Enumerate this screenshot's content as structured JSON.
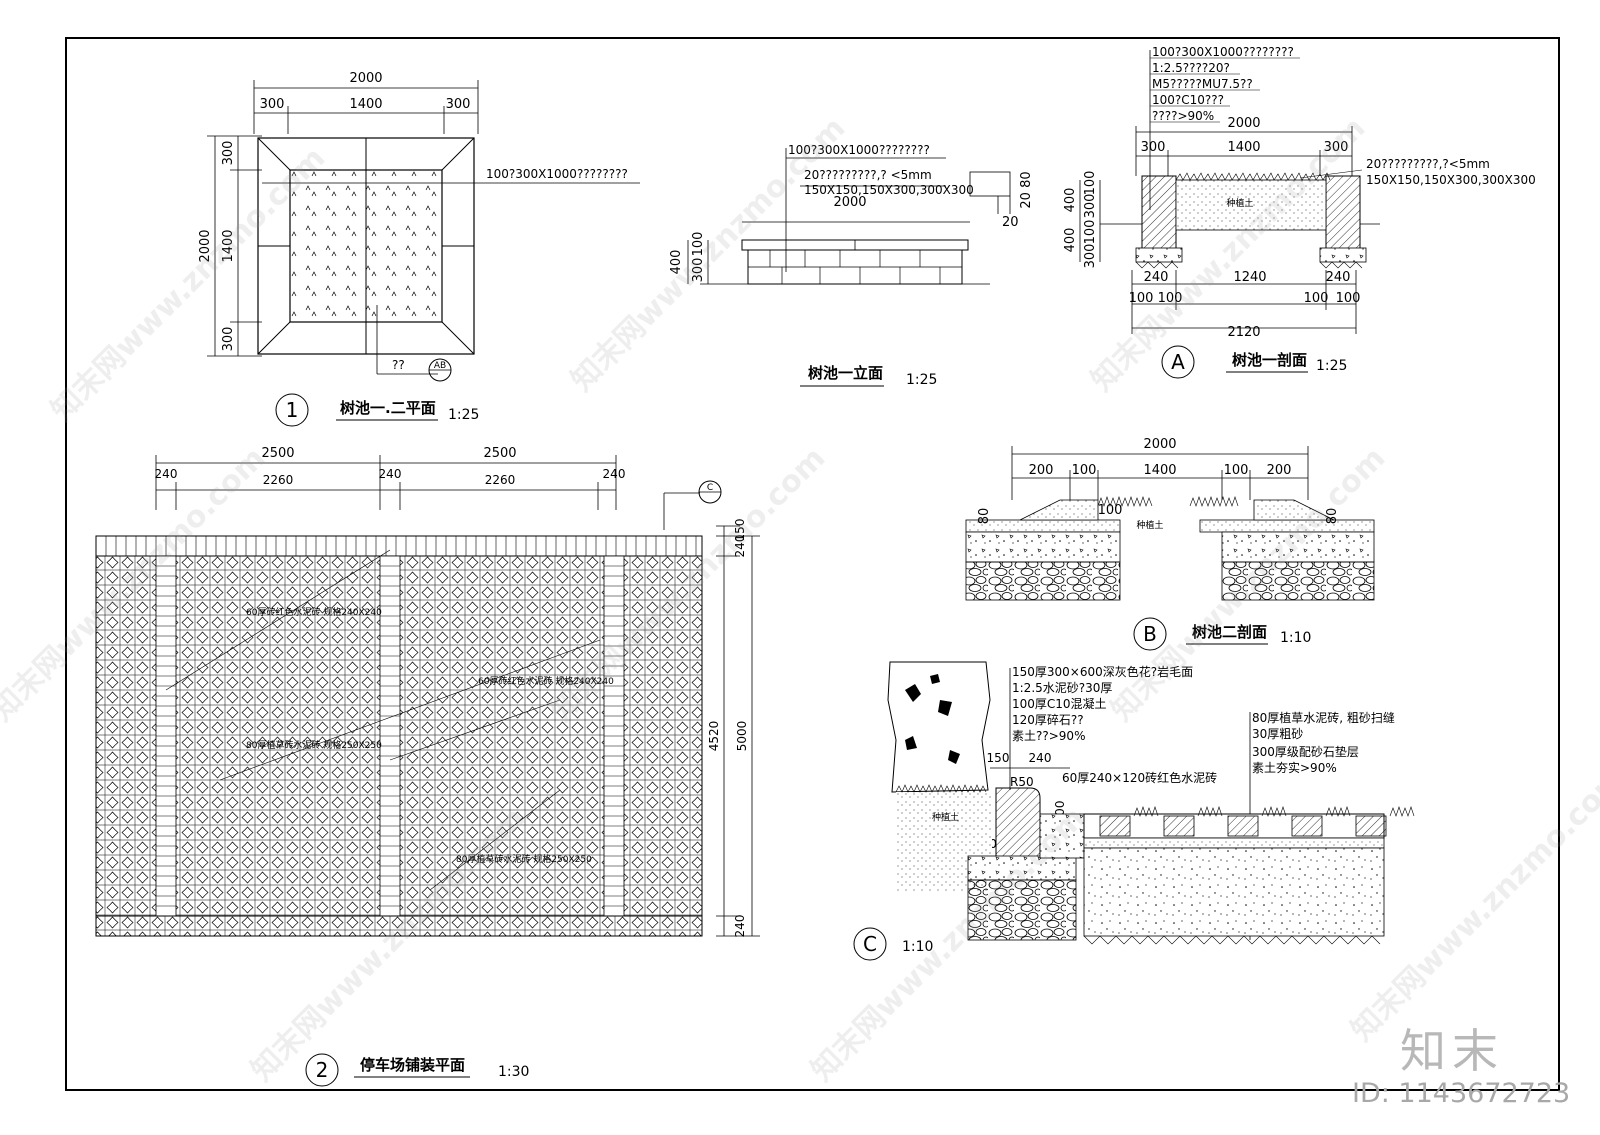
{
  "drawing": {
    "view1": {
      "marker": "1",
      "title": "树池一.二平面",
      "scale": "1:25",
      "dims": {
        "total_top": "2000",
        "seg_left": "300",
        "seg_mid": "1400",
        "seg_right": "300",
        "total_side": "2000",
        "side_mid": "1400",
        "side_top": "300",
        "side_bottom": "300"
      },
      "note_cover": "100?300X1000????????",
      "note_ref": "??",
      "ref_tag": "AB"
    },
    "view_elev": {
      "title": "树池一立面",
      "scale": "1:25",
      "note_cover": "100?300X1000????????",
      "note_gravel": "20?????????,? <5mm",
      "note_sizes": "150X150,150X300,300X300",
      "dim_total": "2000",
      "dim_h1": "400",
      "dim_h2": "300",
      "dim_h3": "100",
      "detail_20_80": "20 80",
      "detail_20": "20"
    },
    "view_a": {
      "marker": "A",
      "title": "树池一剖面",
      "scale": "1:25",
      "layers": [
        "100?300X1000????????",
        "1:2.5????20?",
        "M5?????MU7.5??",
        "100?C10???",
        "????>90%"
      ],
      "note_gravel": "20?????????,?<5mm",
      "note_sizes": "150X150,150X300,300X300",
      "soil": "种植土",
      "dims": {
        "top_total": "2000",
        "top_l": "300",
        "top_m": "1400",
        "top_r": "300",
        "h_upper": "400",
        "h_lower": "400",
        "h300a": "300",
        "h100a": "100",
        "h100b": "100",
        "h300b": "300",
        "b240l": "240",
        "b1240": "1240",
        "b240r": "240",
        "b100a": "100",
        "b100b": "100",
        "b100c": "100",
        "b100d": "100",
        "total_bottom": "2120"
      }
    },
    "view_b": {
      "marker": "B",
      "title": "树池二剖面",
      "scale": "1:10",
      "dims": {
        "total": "2000",
        "d200l": "200",
        "d100l": "100",
        "d1400": "1400",
        "d100r": "100",
        "d200r": "200",
        "d80l": "80",
        "d80r": "80",
        "d100c": "100"
      },
      "soil": "种植土"
    },
    "view2": {
      "marker": "2",
      "title": "停车场铺装平面",
      "scale": "1:30",
      "dims": {
        "top_l": "2500",
        "top_r": "2500",
        "sub_240a": "240",
        "sub_2260a": "2260",
        "sub_240b": "240",
        "sub_2260b": "2260",
        "sub_240c": "240",
        "right_150": "150",
        "right_240a": "240",
        "right_4520": "4520",
        "right_5000": "5000",
        "right_240b": "240"
      },
      "ref_tag": "C",
      "labels": [
        "60厚砖红色水泥砖 规格240X240",
        "60厚砖红色水泥砖 规格240X240",
        "80厚植草砖水泥砖 规格250X250",
        "80厚植草砖水泥砖 规格250X250"
      ]
    },
    "view_c": {
      "marker": "C",
      "scale": "1:10",
      "layers": [
        "150厚300×600深灰色花?岩毛面",
        "1:2.5水泥砂?30厚",
        "100厚C10混凝土",
        "120厚碎石??",
        "素土??>90%"
      ],
      "layers_right": [
        "80厚植草水泥砖, 粗砂扫缝",
        "30厚粗砂",
        "300厚级配砂石垫层",
        "素土夯实>90%"
      ],
      "brick_note": "60厚240×120砖红色水泥砖",
      "d150": "150",
      "d240": "240",
      "r50": "R50",
      "d100v": "100",
      "d100h": "100",
      "soil": "种植土"
    }
  },
  "brand": "知末",
  "doc_id": "ID: 1143672723",
  "watermark": "知末网www.znzmo.com"
}
